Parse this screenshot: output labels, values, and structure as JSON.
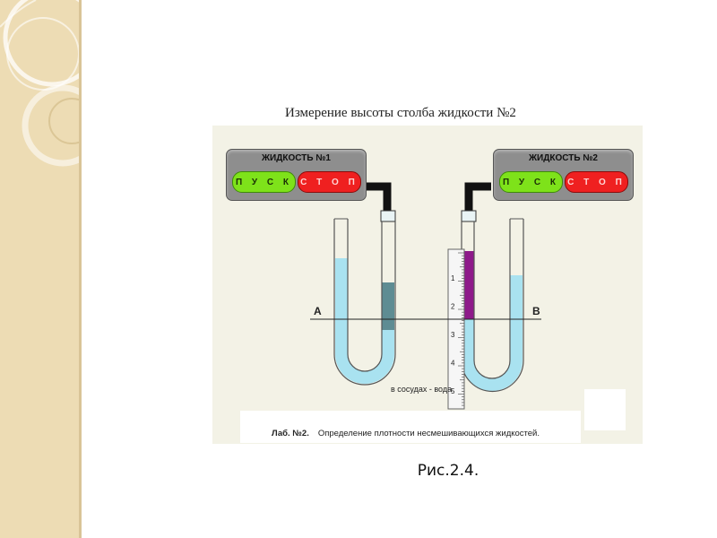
{
  "slide": {
    "title": "Измерение высоты столба жидкости №2",
    "caption": "Рис.2.4."
  },
  "controls": {
    "left": {
      "title": "ЖИДКОСТЬ №1",
      "start": "П У С К",
      "stop": "С Т О П"
    },
    "right": {
      "title": "ЖИДКОСТЬ №2",
      "start": "П У С К",
      "stop": "С Т О П"
    }
  },
  "labels": {
    "point_a": "A",
    "point_b": "B",
    "vessel_note": "в сосудах -  вода"
  },
  "ruler": {
    "marks": [
      "1",
      "2",
      "3",
      "4",
      "5"
    ]
  },
  "footer": {
    "lab_number": "Лаб. №2.",
    "lab_title": "Определение плотности несмешивающихся жидкостей."
  },
  "colors": {
    "water": "#a9e2f0",
    "liquid1": "#5e8c93",
    "liquid2": "#8e1a8a",
    "side_panel": "#eddcb4"
  },
  "liquid_levels": {
    "left_tube": {
      "water_top": 0.2,
      "liquid1_top": 0.38,
      "liquid1_bottom": 0.67
    },
    "right_tube": {
      "liquid2_top": 0.2,
      "liquid2_bottom": 0.58,
      "water_top": 0.36
    }
  }
}
